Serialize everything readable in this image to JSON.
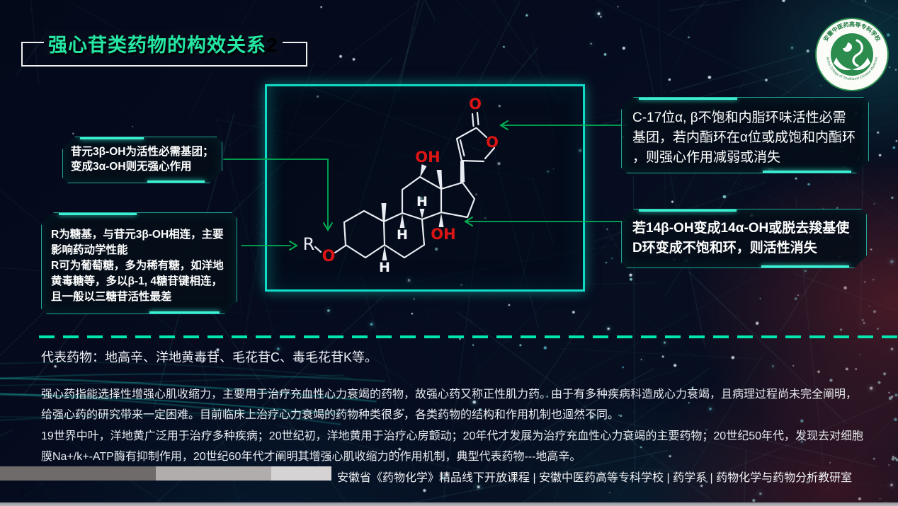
{
  "slide": {
    "title": "强心苷类药物的构效关系",
    "title_suffix": "2"
  },
  "logo": {
    "name_cn": "安徽中医药高等专科学校",
    "name_en": "Anhui College of Traditional Chinese Medicine"
  },
  "diagram": {
    "atoms": {
      "r": "R",
      "o_glycoside": "O",
      "oh_12": "OH",
      "oh_14": "OH",
      "h_8": "H",
      "h_9": "H",
      "h_5": "H",
      "o_ring": "O",
      "o_carbonyl": "O"
    }
  },
  "callouts": {
    "aglycone_3oh": "苷元3β-OH为活性必需基团；\n变成3α-OH则无强心作用",
    "sugar_r": "R为糖基，与苷元3β-OH相连，主要影响药动学性能\nR可为葡萄糖，多为稀有糖，如洋地黄毒糖等，多以β-1, 4糖苷键相连，且一般以三糖苷活性最差",
    "c17_lactone": "C-17位α, β不饱和内脂环味活性必需基团，若内酯环在α位或成饱和内酯环 ，则强心作用减弱或消失",
    "d_ring_14oh": "若14β-OH变成14α-OH或脱去羧基使D环变成不饱和环，则活性消失"
  },
  "body": {
    "representative_drugs": "代表药物：地高辛、洋地黄毒苷、毛花苷C、毒毛花苷K等。",
    "paragraph_1": "强心药指能选择性增强心肌收缩力，主要用于治疗充血性心力衰竭的药物，故强心药又称正性肌力药。由于有多种疾病科造成心力衰竭，且病理过程尚未完全阐明，给强心药的研究带来一定困难。目前临床上治疗心力衰竭的药物种类很多，各类药物的结构和作用机制也迥然不同。",
    "paragraph_2": "19世界中叶，洋地黄广泛用于治疗多种疾病；20世纪初，洋地黄用于治疗心房颤动；20年代才发展为治疗充血性心力衰竭的主要药物；20世纪50年代，发现去对细胞膜Na+/k+-ATP酶有抑制作用，20世纪60年代才阐明其增强心肌收缩力的作用机制，典型代表药物---地高辛。"
  },
  "footer": {
    "credits": "安徽省《药物化学》精品线下开放课程 | 安徽中医药高等专科学校 | 药学系 | 药物化学与药物分析教研室"
  },
  "colors": {
    "accent_teal": "#10dcc6",
    "connector_green": "#00af54",
    "title_green": "#25e7a3",
    "dashed_line": "#00e6ae",
    "atom_red": "#dd1414",
    "bond_white": "#e9ecf2",
    "logo_green": "#2c8c4e"
  }
}
